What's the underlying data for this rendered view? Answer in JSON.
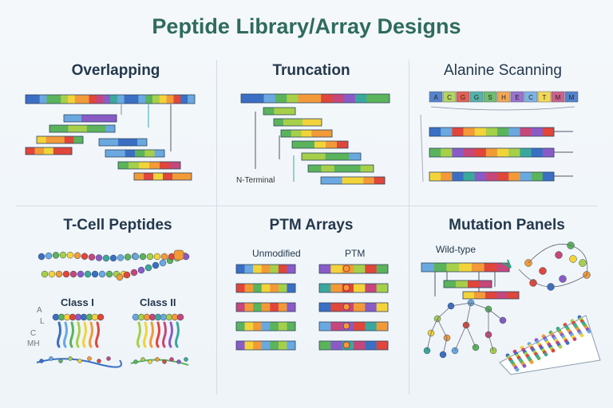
{
  "title": "Peptide Library/Array Designs",
  "panels": {
    "overlapping": {
      "title": "Overlapping"
    },
    "truncation": {
      "title": "Truncation",
      "label": "N-Terminal"
    },
    "alanine": {
      "title": "Alanine Scanning",
      "letters": [
        "A",
        "C",
        "G",
        "G",
        "S",
        "H",
        "E",
        "C",
        "T",
        "M",
        "M"
      ]
    },
    "tcell": {
      "title": "T-Cell Peptides",
      "class1": "Class I",
      "class2": "Class II",
      "side_labels": [
        "A",
        "L",
        "C",
        "MH"
      ]
    },
    "ptm": {
      "title": "PTM Arrays",
      "unmodified": "Unmodified",
      "ptm": "PTM"
    },
    "mutation": {
      "title": "Mutation Panels",
      "wildtype": "Wild-type"
    }
  },
  "colors": {
    "title": "#2f6b5e",
    "text": "#24384d",
    "segments": [
      "#3a6fc4",
      "#6aa8e0",
      "#5bb35b",
      "#a6cf4a",
      "#f2d33a",
      "#f29a38",
      "#e0463a",
      "#c6477a",
      "#8a5bc7",
      "#3aa89c"
    ]
  }
}
